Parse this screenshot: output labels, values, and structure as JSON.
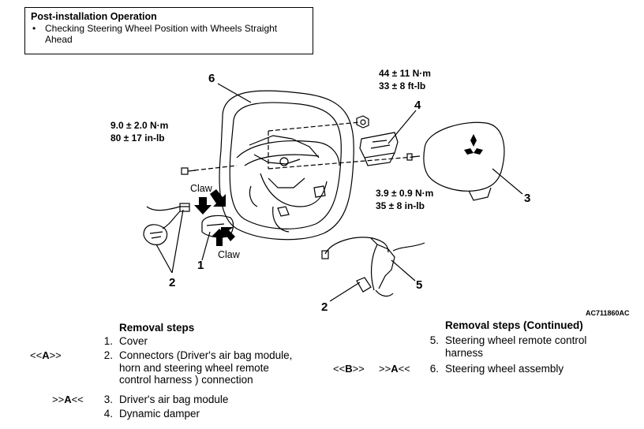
{
  "post_installation": {
    "title": "Post-installation Operation",
    "bullet": "Checking Steering Wheel Position with Wheels Straight Ahead",
    "bullet_line1": "Checking Steering Wheel Position with Wheels Straight",
    "bullet_line2": "Ahead"
  },
  "diagram": {
    "torque_1_nm": "44 ± 11 N·m",
    "torque_1_ftlb": "33 ± 8 ft-lb",
    "torque_2_nm": "9.0 ± 2.0 N·m",
    "torque_2_inlb": "80 ± 17 in-lb",
    "torque_3_nm": "3.9 ± 0.9 N·m",
    "torque_3_inlb": "35 ± 8 in-lb",
    "claw_top": "Claw",
    "claw_bottom": "Claw",
    "callouts": [
      "6",
      "4",
      "3",
      "1",
      "2",
      "5",
      "2"
    ],
    "figure_code": "AC711860AC"
  },
  "removal_steps": {
    "title": "Removal steps",
    "items": [
      {
        "num": "1.",
        "text": "Cover",
        "mark": ""
      },
      {
        "num": "2.",
        "text": "Connectors (Driver's air bag module, horn and steering wheel remote control harness ) connection",
        "mark": "<<A>>"
      },
      {
        "num": "3.",
        "text": "Driver's air bag module",
        "mark": ">>A<<"
      },
      {
        "num": "4.",
        "text": "Dynamic damper",
        "mark": ""
      }
    ],
    "marks": {
      "item2": {
        "pre": "<<",
        "letter": "A",
        "post": ">>"
      },
      "item3": {
        "pre": ">>",
        "letter": "A",
        "post": "<<"
      }
    }
  },
  "removal_steps_continued": {
    "title": "Removal steps (Continued)",
    "items": [
      {
        "num": "5.",
        "text": "Steering wheel remote control harness",
        "mark": ""
      },
      {
        "num": "6.",
        "text": "Steering wheel assembly",
        "mark": "<<B>> >>A<<"
      }
    ],
    "marks": {
      "item6a": {
        "pre": "<<",
        "letter": "B",
        "post": ">>"
      },
      "item6b": {
        "pre": ">>",
        "letter": "A",
        "post": "<<"
      }
    }
  }
}
